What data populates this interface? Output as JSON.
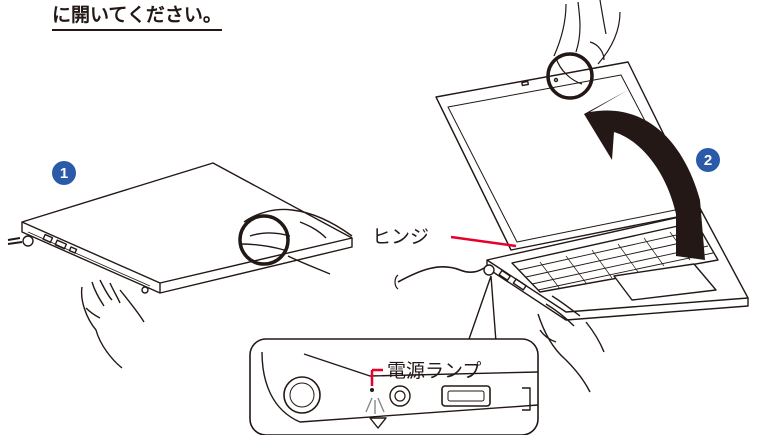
{
  "instruction": "に開いてください。",
  "steps": [
    {
      "number": "1"
    },
    {
      "number": "2"
    }
  ],
  "labels": {
    "hinge": "ヒンジ",
    "power_lamp": "電源ランプ"
  },
  "colors": {
    "step_badge": "#2a5aa8",
    "callout_line": "#e6002d",
    "outline": "#231815"
  }
}
